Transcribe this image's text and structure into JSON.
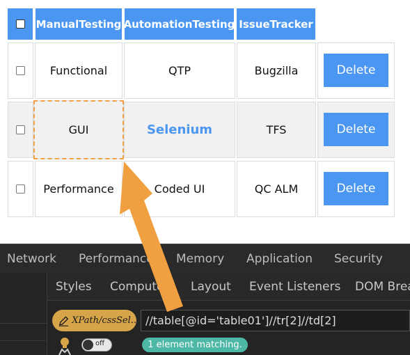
{
  "table": {
    "headers": [
      "ManualTesting",
      "AutomationTesting",
      "IssueTracker"
    ],
    "rows": [
      {
        "manual": "Functional",
        "automation": "QTP",
        "tracker": "Bugzilla",
        "action": "Delete"
      },
      {
        "manual": "GUI",
        "automation": "Selenium",
        "tracker": "TFS",
        "action": "Delete"
      },
      {
        "manual": "Performance",
        "automation": "Coded UI",
        "tracker": "QC ALM",
        "action": "Delete"
      }
    ]
  },
  "devtools": {
    "tabs": [
      "Network",
      "Performance",
      "Memory",
      "Application",
      "Security"
    ],
    "subtabs": [
      "Styles",
      "Computed",
      "Layout",
      "Event Listeners",
      "DOM Brea"
    ],
    "xpath_button": "XPath/cssSel..",
    "xpath_value": "//table[@id='table01']//tr[2]//td[2]",
    "match_text": "1 element matching.",
    "toggle_label": "off"
  },
  "colors": {
    "header_blue": "#4a96f0",
    "highlight_blue": "#4a96f0",
    "arrow_orange": "#f0a040",
    "badge_teal": "#4db8a6"
  }
}
